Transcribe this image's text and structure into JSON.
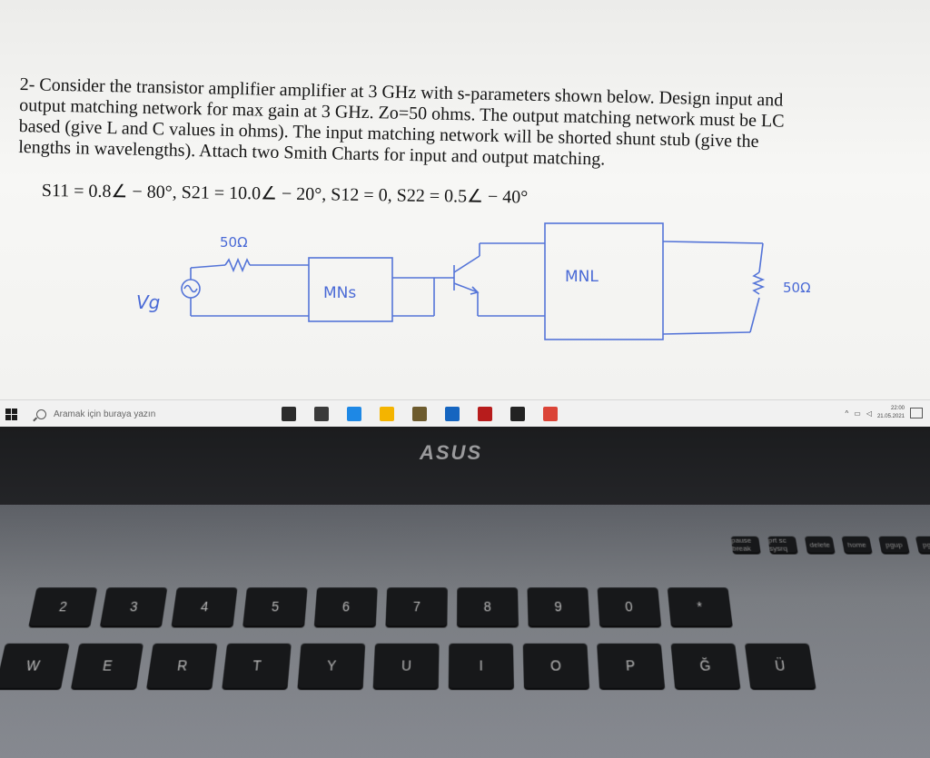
{
  "question": {
    "lines": [
      "2- Consider the transistor amplifier amplifier at 3 GHz with s-parameters shown below. Design input and",
      "output matching network for max gain at 3 GHz. Zo=50 ohms. The output matching network must be LC",
      "based (give L and C values in ohms). The input matching network will be shorted shunt stub (give the",
      "lengths in wavelengths). Attach two Smith Charts for input and output matching."
    ],
    "sparams": "S11 = 0.8∠ − 80°, S21 = 10.0∠ − 20°, S12 = 0, S22 = 0.5∠ − 40°"
  },
  "circuit": {
    "source_label": "Vg",
    "source_resistor": "50Ω",
    "input_network": "MNs",
    "output_network": "MNL",
    "load_resistor": "50Ω"
  },
  "taskbar": {
    "search_placeholder": "Aramak için buraya yazın",
    "clock_time": "22:00",
    "clock_date": "21.05.2021",
    "app_colors": [
      "#2b2b2b",
      "#3a3a3a",
      "#1e88e5",
      "#f4b400",
      "#6d5b2e",
      "#1565c0",
      "#b71c1c",
      "#222222",
      "#db4437"
    ]
  },
  "laptop": {
    "brand": "ASUS",
    "keys_row1": [
      "2",
      "3",
      "4",
      "5",
      "6",
      "7",
      "8",
      "9",
      "0",
      "*"
    ],
    "keys_row2": [
      "W",
      "E",
      "R",
      "T",
      "Y",
      "U",
      "I",
      "O",
      "P",
      "Ğ",
      "Ü"
    ],
    "fn_keys": [
      "pause break",
      "prt sc sysrq",
      "delete",
      "home",
      "pgup",
      "pgdn"
    ]
  }
}
